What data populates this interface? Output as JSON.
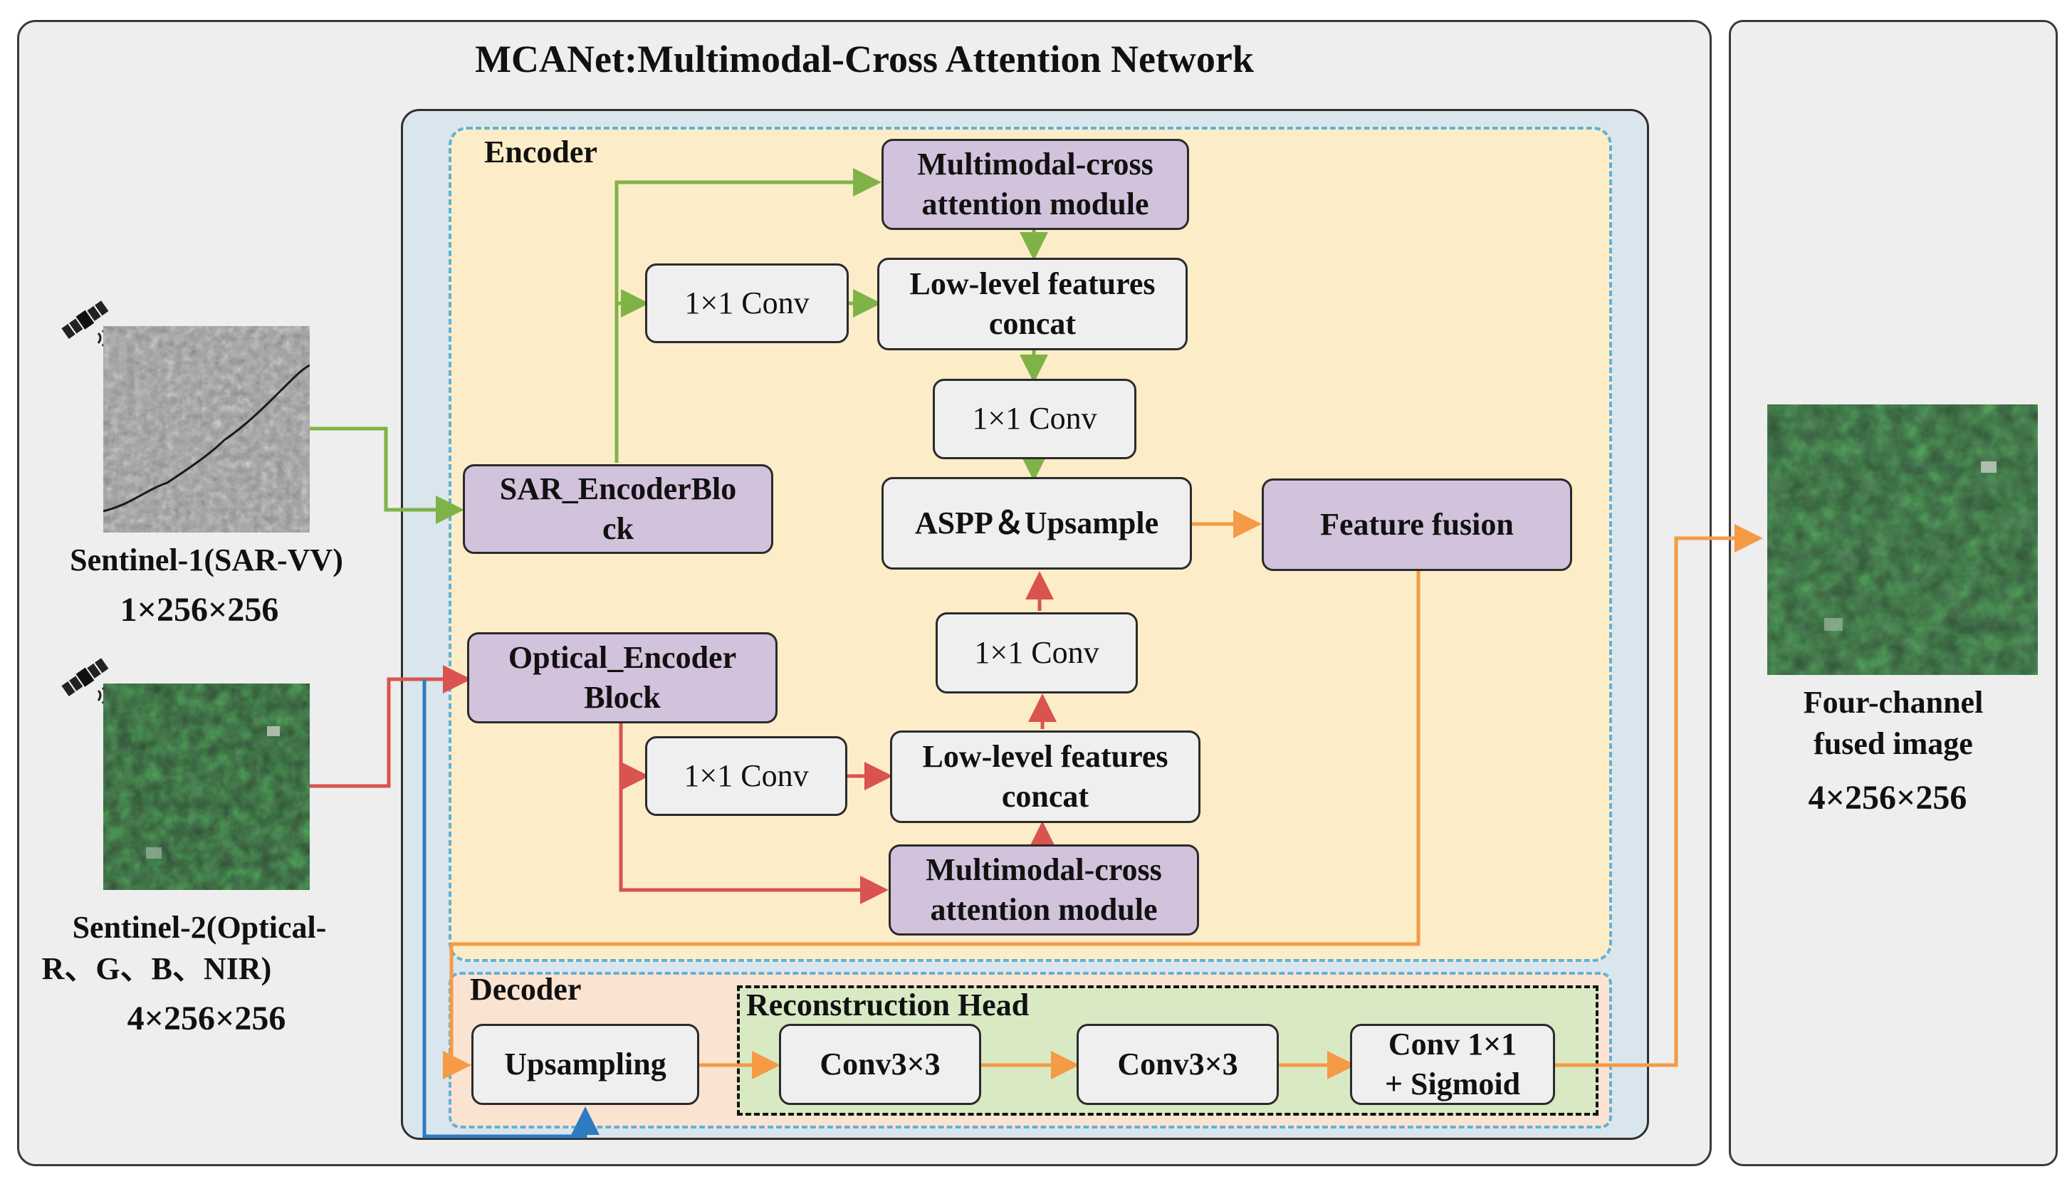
{
  "title": "MCANet:Multimodal-Cross Attention Network",
  "sections": {
    "encoder": "Encoder",
    "decoder": "Decoder",
    "reconstruction_head": "Reconstruction Head"
  },
  "inputs": {
    "sar": {
      "name": "Sentinel-1(SAR-VV)",
      "shape": "1×256×256"
    },
    "optical": {
      "name_line1": "Sentinel-2(Optical-",
      "name_line2": "R、G、B、NIR)",
      "shape": "4×256×256"
    }
  },
  "output": {
    "name_line1": "Four-channel",
    "name_line2": "fused image",
    "shape": "4×256×256"
  },
  "modules": {
    "sar_encoder": {
      "line1": "SAR_EncoderBlo",
      "line2": "ck"
    },
    "optical_encoder": {
      "line1": "Optical_Encoder",
      "line2": "Block"
    },
    "mca_top": {
      "line1": "Multimodal-cross",
      "line2": "attention module"
    },
    "mca_bottom": {
      "line1": "Multimodal-cross",
      "line2": "attention module"
    },
    "conv1x1_top_left": "1×1 Conv",
    "conv1x1_top_center": "1×1 Conv",
    "conv1x1_bottom_left": "1×1 Conv",
    "conv1x1_bottom_center": "1×1 Conv",
    "lowlevel_top": {
      "line1": "Low-level features",
      "line2": "concat"
    },
    "lowlevel_bottom": {
      "line1": "Low-level features",
      "line2": "concat"
    },
    "aspp": "ASPP＆Upsample",
    "feature_fusion": "Feature fusion",
    "upsampling": "Upsampling",
    "conv3x3_a": "Conv3×3",
    "conv3x3_b": "Conv3×3",
    "conv_sigmoid": {
      "line1": "Conv 1×1",
      "line2": "+ Sigmoid"
    }
  },
  "colors": {
    "sar_path": "#7fb347",
    "optical_path": "#d9534f",
    "fusion_path": "#f59a45",
    "skip_path": "#2e7bbf"
  }
}
